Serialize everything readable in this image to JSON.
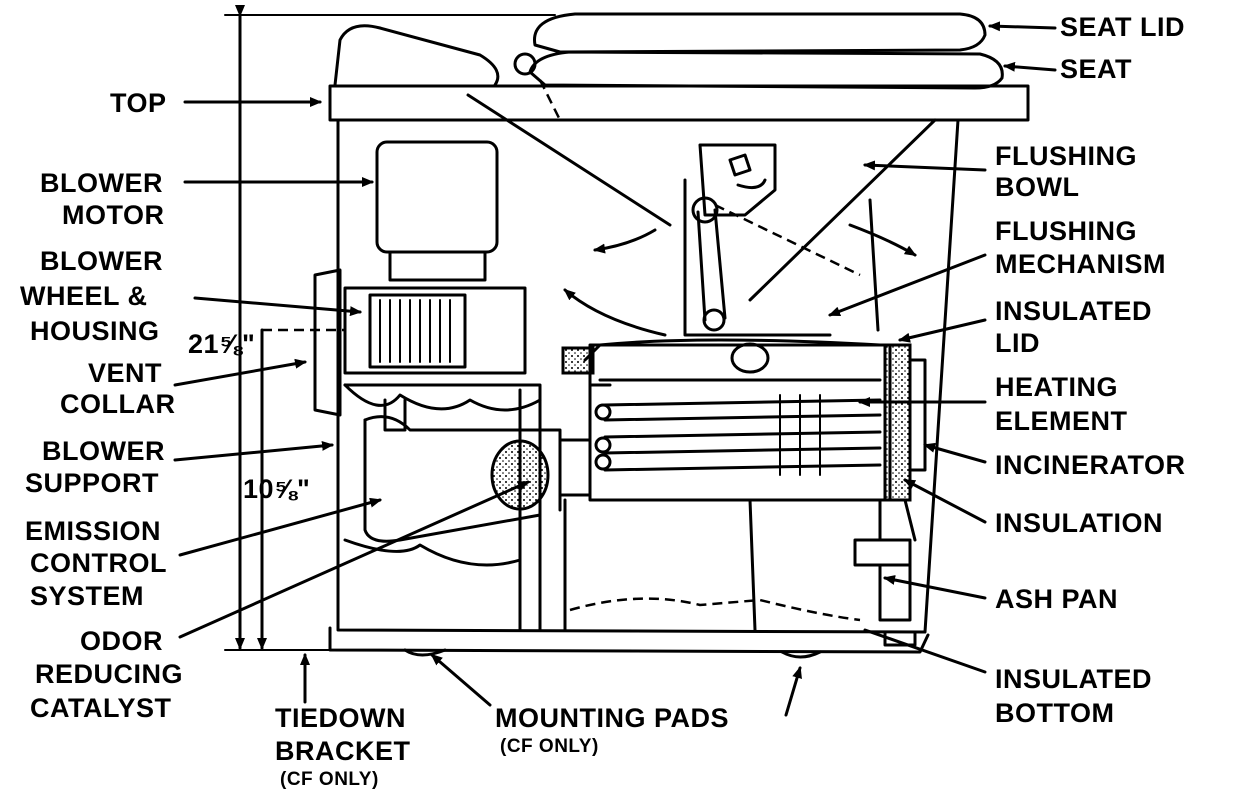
{
  "labels": {
    "seat_lid": "SEAT LID",
    "seat": "SEAT",
    "top": "TOP",
    "flushing_bowl": [
      "FLUSHING",
      "BOWL"
    ],
    "blower_motor": [
      "BLOWER",
      "MOTOR"
    ],
    "flushing_mechanism": [
      "FLUSHING",
      "MECHANISM"
    ],
    "blower_wheel_housing": [
      "BLOWER",
      "WHEEL &",
      "HOUSING"
    ],
    "insulated_lid": [
      "INSULATED",
      "LID"
    ],
    "vent_collar": [
      "VENT",
      "COLLAR"
    ],
    "heating_element": [
      "HEATING",
      "ELEMENT"
    ],
    "blower_support": [
      "BLOWER",
      "SUPPORT"
    ],
    "incinerator": "INCINERATOR",
    "insulation": "INSULATION",
    "emission_control_system": [
      "EMISSION",
      "CONTROL",
      "SYSTEM"
    ],
    "ash_pan": "ASH PAN",
    "odor_reducing_catalyst": [
      "ODOR",
      "REDUCING",
      "CATALYST"
    ],
    "insulated_bottom": [
      "INSULATED",
      "BOTTOM"
    ],
    "tiedown_bracket": [
      "TIEDOWN",
      "BRACKET"
    ],
    "tiedown_note": "(CF ONLY)",
    "mounting_pads": "MOUNTING PADS",
    "mounting_note": "(CF ONLY)"
  },
  "dimensions": {
    "overall_height": "21⅝\"",
    "lower_height": "10⅝\""
  }
}
